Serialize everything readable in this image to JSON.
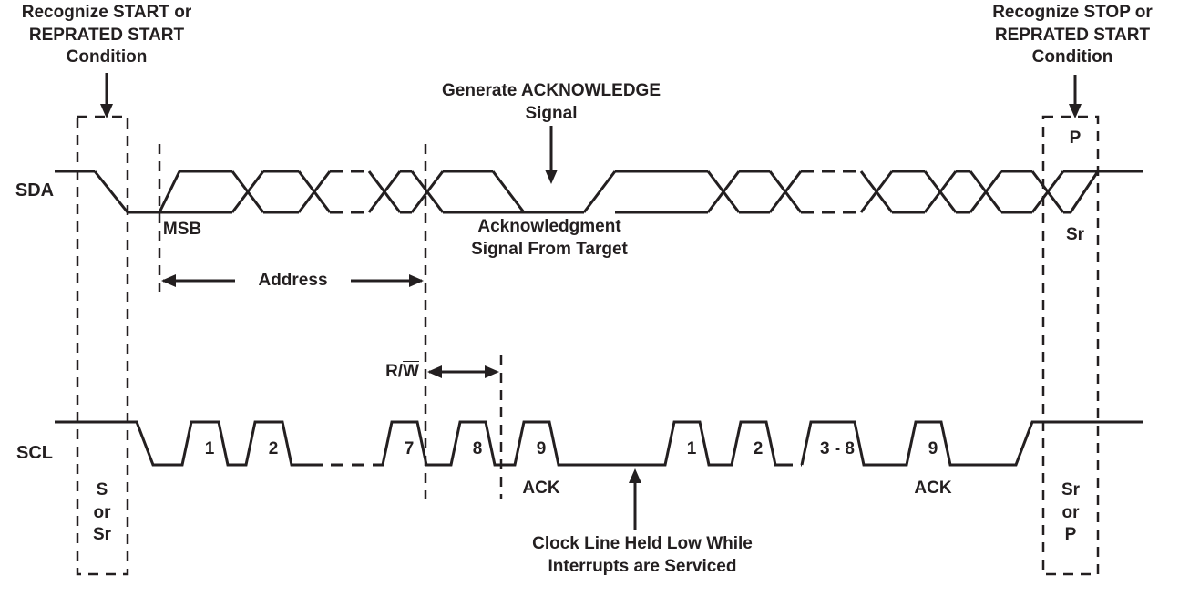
{
  "colors": {
    "line": "#231f20",
    "background": "#ffffff"
  },
  "signals": {
    "sda": "SDA",
    "scl": "SCL"
  },
  "notes": {
    "start": "Recognize START or\nREPRATED START\nCondition",
    "stop": "Recognize STOP or\nREPRATED START\nCondition",
    "generate_ack": "Generate ACKNOWLEDGE\nSignal",
    "ack_from_target": "Acknowledgment\nSignal From Target",
    "clock_held": "Clock Line Held Low While\nInterrupts are Serviced"
  },
  "labels": {
    "msb": "MSB",
    "address": "Address",
    "rw_prefix": "R/",
    "rw_bar": "W",
    "p": "P",
    "sr": "Sr",
    "s_or_sr": "S\nor\nSr",
    "sr_or_p": "Sr\nor\nP",
    "ack_first": "ACK",
    "ack_second": "ACK"
  },
  "clock_numbers": [
    "1",
    "2",
    "7",
    "8",
    "9",
    "1",
    "2",
    "3 - 8",
    "9"
  ]
}
